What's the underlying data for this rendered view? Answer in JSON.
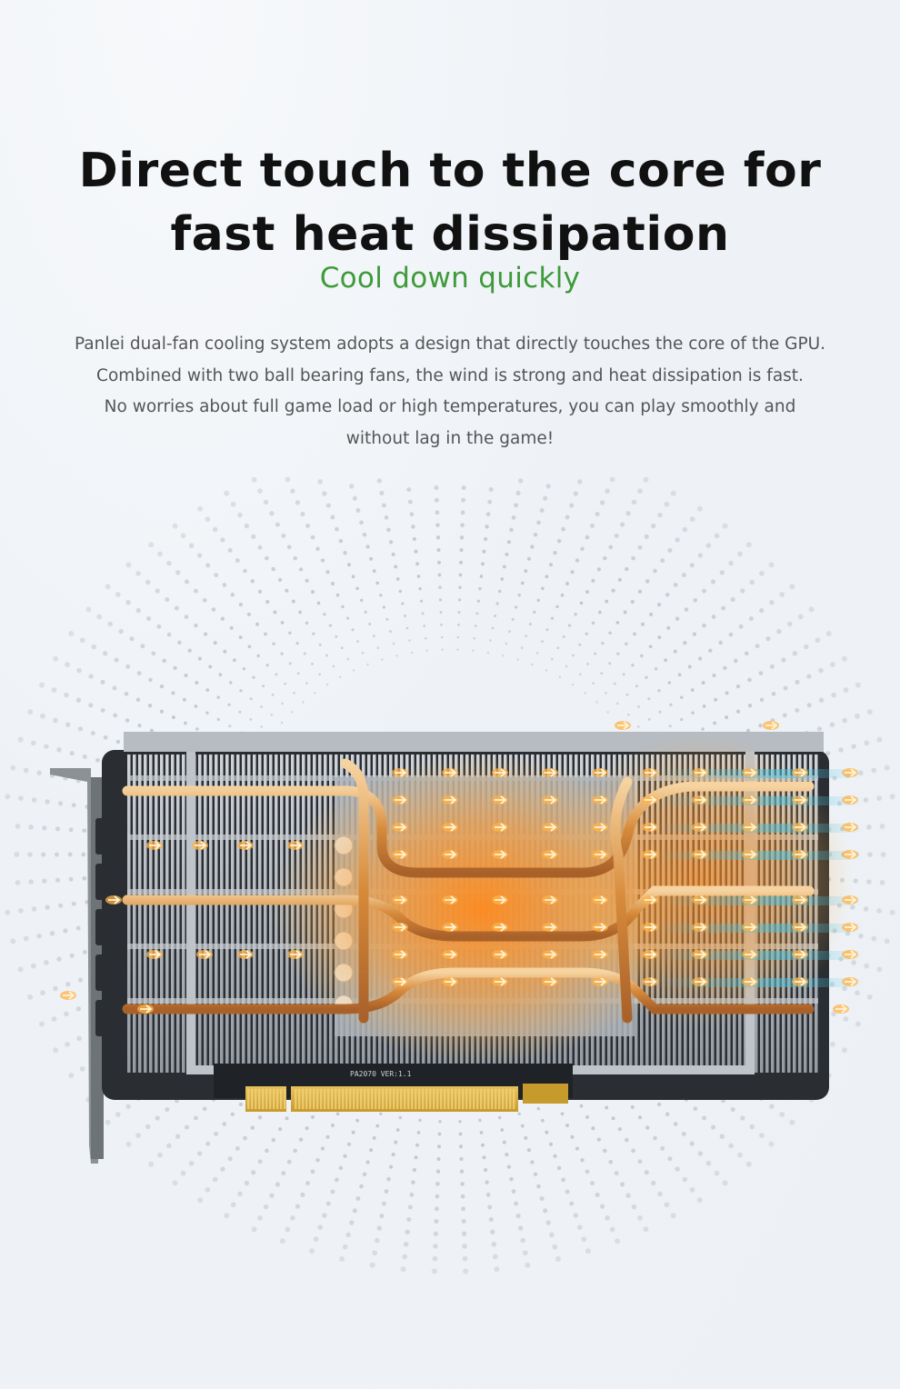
{
  "headline": {
    "line1": "Direct touch to the core for",
    "line2": "fast heat dissipation"
  },
  "subtitle": "Cool down quickly",
  "description": {
    "lines": [
      "Panlei dual-fan cooling system adopts a design that directly touches the core of the GPU.",
      "Combined with two ball bearing fans, the wind is strong and heat dissipation is fast.",
      "No worries about full game load or high temperatures, you can play smoothly and",
      "without lag in the game!"
    ]
  },
  "product_visual": {
    "board_label": "PA2070 VER:1.1",
    "icons": [
      "gpu-card-illustration",
      "airflow-arrow-icon",
      "heat-glow",
      "dot-burst-pattern"
    ]
  },
  "colors": {
    "headline": "#111111",
    "accent_green": "#3e9a3a",
    "body_text": "#555555",
    "heat_orange": "#ff8a1c",
    "airflow_blue": "#4cc3e0",
    "background": "#eef2f7"
  }
}
